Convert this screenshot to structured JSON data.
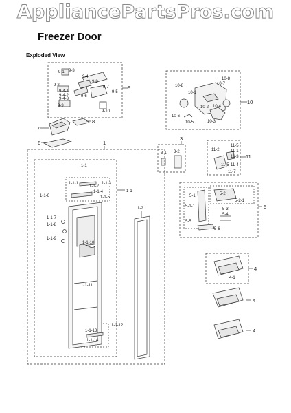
{
  "watermark": "AppliancePartsPros.com",
  "title": "Freezer Door",
  "subtitle": "Exploded View",
  "labels": {
    "main_group": "1",
    "sub_1_1_top": "1-1",
    "sub_1_1_side": "1-1",
    "sub_1_2": "1-2",
    "l_1_1_1": "1-1-1",
    "l_1_1_2": "1-1-2",
    "l_1_1_3": "1-1-3",
    "l_1_1_4": "1-1-4",
    "l_1_1_5": "1-1-5",
    "l_1_1_6": "1-1-6",
    "l_1_1_7": "1-1-7",
    "l_1_1_8": "1-1-8",
    "l_1_1_9": "1-1-9",
    "l_1_1_10": "1-1-10",
    "l_1_1_11": "1-1-11",
    "l_1_1_12": "1-1-12",
    "l_1_1_13": "1-1-13",
    "l_1_1_14": "1-1-14",
    "p3": "3",
    "p3_1": "3-1",
    "p3_2": "3-2",
    "p4a": "4",
    "p4_1": "4-1",
    "p4b": "4",
    "p4c": "4",
    "p5": "5",
    "p5_1": "5-1",
    "p5_1_1": "5-1-1",
    "p5_2": "5-2",
    "p5_2_1": "5-2-1",
    "p5_3": "5-3",
    "p5_4": "5-4",
    "p5_5": "5-5",
    "p5_6": "5-6",
    "p6": "6",
    "p7": "7",
    "p8": "8",
    "p9": "9",
    "p9_1": "9-1",
    "p9_2": "9-2",
    "p9_3": "9-3",
    "p9_4": "9-4",
    "p9_5": "9-5",
    "p9_6": "9-6",
    "p9_7": "9-7",
    "p9_8": "9-8",
    "p9_9": "9-9",
    "p9_10": "9-10",
    "p9_4_1": "9-4-1",
    "p9_4_2": "9-4-2",
    "p9_4_3": "9-4-3",
    "p10": "10",
    "p10_1": "10-1",
    "p10_2": "10-2",
    "p10_3": "10-3",
    "p10_4": "10-4",
    "p10_5": "10-5",
    "p10_6": "10-6",
    "p10_7": "10-7",
    "p10_8a": "10-8",
    "p10_8b": "10-8",
    "p11": "11",
    "p11_1": "11-1",
    "p11_2": "11-2",
    "p11_3": "11-3",
    "p11_4": "11-4",
    "p11_5a": "11-5",
    "p11_5b": "11-5",
    "p11_7": "11-7"
  }
}
